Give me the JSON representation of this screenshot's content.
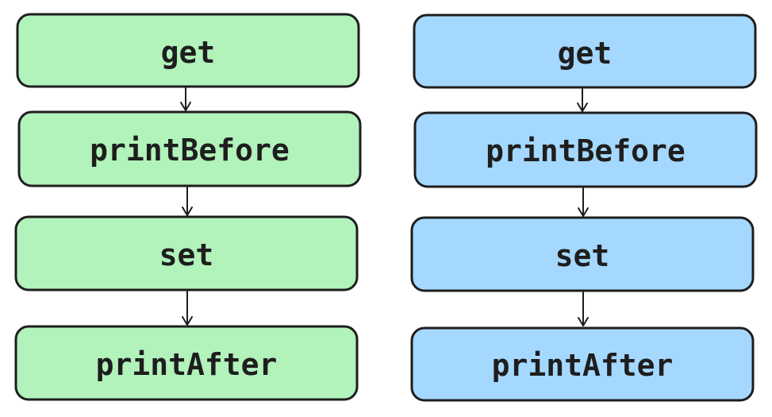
{
  "colors": {
    "left_fill": "#b2f2bb",
    "right_fill": "#a5d8ff",
    "stroke": "#1e1e1e"
  },
  "flows": [
    {
      "id": "left",
      "steps": [
        "get",
        "printBefore",
        "set",
        "printAfter"
      ]
    },
    {
      "id": "right",
      "steps": [
        "get",
        "printBefore",
        "set",
        "printAfter"
      ]
    }
  ]
}
